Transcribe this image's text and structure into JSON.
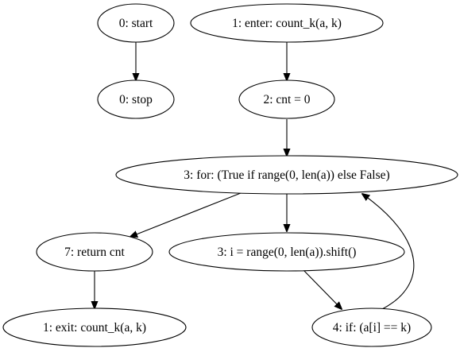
{
  "diagram": {
    "type": "control-flow-graph",
    "colors": {
      "stroke": "#000000",
      "fill": "#ffffff",
      "text": "#000000"
    },
    "nodes": [
      {
        "id": "n0_start",
        "label": "0: start"
      },
      {
        "id": "n0_stop",
        "label": "0: stop"
      },
      {
        "id": "n1_enter",
        "label": "1: enter: count_k(a, k)"
      },
      {
        "id": "n2_cnt",
        "label": "2: cnt = 0"
      },
      {
        "id": "n3_for",
        "label": "3: for: (True if range(0, len(a)) else False)"
      },
      {
        "id": "n7_return",
        "label": "7: return cnt"
      },
      {
        "id": "n3_shift",
        "label": "3: i = range(0, len(a)).shift()"
      },
      {
        "id": "n1_exit",
        "label": "1: exit: count_k(a, k)"
      },
      {
        "id": "n4_if",
        "label": "4: if: (a[i] == k)"
      }
    ],
    "edges": [
      {
        "from": "n0_start",
        "to": "n0_stop"
      },
      {
        "from": "n1_enter",
        "to": "n2_cnt"
      },
      {
        "from": "n2_cnt",
        "to": "n3_for"
      },
      {
        "from": "n3_for",
        "to": "n7_return"
      },
      {
        "from": "n3_for",
        "to": "n3_shift"
      },
      {
        "from": "n7_return",
        "to": "n1_exit"
      },
      {
        "from": "n3_shift",
        "to": "n4_if"
      },
      {
        "from": "n4_if",
        "to": "n3_for"
      }
    ]
  }
}
